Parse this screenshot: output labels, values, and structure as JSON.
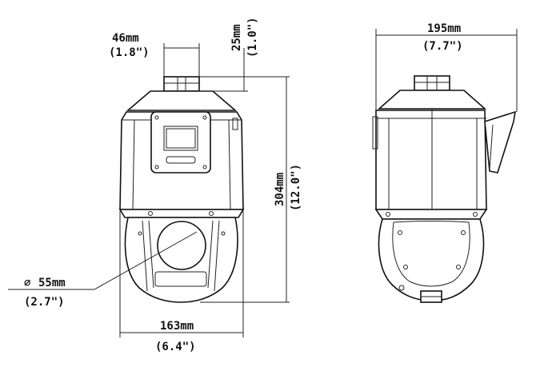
{
  "front_view": {
    "top_mount_width": {
      "metric": "46mm",
      "imperial": "(1.8\")"
    },
    "top_mount_height": {
      "metric": "25mm",
      "imperial": "(1.0\")"
    },
    "total_height": {
      "metric": "304mm",
      "imperial": "(12.0\")"
    },
    "dome_diameter": {
      "symbol": "⌀",
      "metric": "55mm",
      "imperial": "(2.7\")"
    },
    "body_width": {
      "metric": "163mm",
      "imperial": "(6.4\")"
    }
  },
  "side_view": {
    "total_depth": {
      "metric": "195mm",
      "imperial": "(7.7\")"
    }
  }
}
